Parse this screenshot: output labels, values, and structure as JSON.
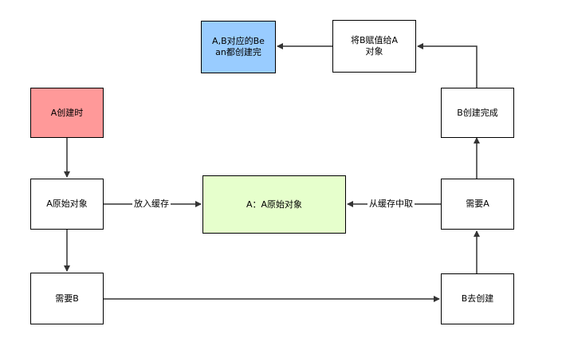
{
  "diagram": {
    "type": "flowchart",
    "title": "",
    "colors": {
      "stroke": "#333333",
      "default_fill": "#ffffff",
      "a_create_fill": "#ff9999",
      "ab_done_fill": "#99ccff",
      "cache_fill": "#e6ffcc"
    },
    "nodes": {
      "ab_done": {
        "label": "A,B对应的Bean都创建完",
        "fill": "#99ccff"
      },
      "assign_b_to_a": {
        "label": "将B赋值给A对象",
        "fill": "#ffffff"
      },
      "a_create": {
        "label": "A创建时",
        "fill": "#ff9999"
      },
      "b_created": {
        "label": "B创建完成",
        "fill": "#ffffff"
      },
      "a_raw": {
        "label": "A原始对象",
        "fill": "#ffffff"
      },
      "cache": {
        "label": "A：A原始对象",
        "fill": "#e6ffcc"
      },
      "b_needs_a": {
        "label": "需要A",
        "fill": "#ffffff"
      },
      "a_needs_b": {
        "label": "需要B",
        "fill": "#ffffff"
      },
      "b_create": {
        "label": "B去创建",
        "fill": "#ffffff"
      }
    },
    "edges": [
      {
        "from": "a_create",
        "to": "a_raw",
        "label": ""
      },
      {
        "from": "a_raw",
        "to": "cache",
        "label": "放入缓存"
      },
      {
        "from": "a_raw",
        "to": "a_needs_b",
        "label": ""
      },
      {
        "from": "a_needs_b",
        "to": "b_create",
        "label": ""
      },
      {
        "from": "b_create",
        "to": "b_needs_a",
        "label": ""
      },
      {
        "from": "b_needs_a",
        "to": "cache",
        "label": "从缓存中取"
      },
      {
        "from": "b_needs_a",
        "to": "b_created",
        "label": ""
      },
      {
        "from": "b_created",
        "to": "assign_b_to_a",
        "label": ""
      },
      {
        "from": "assign_b_to_a",
        "to": "ab_done",
        "label": ""
      }
    ]
  }
}
